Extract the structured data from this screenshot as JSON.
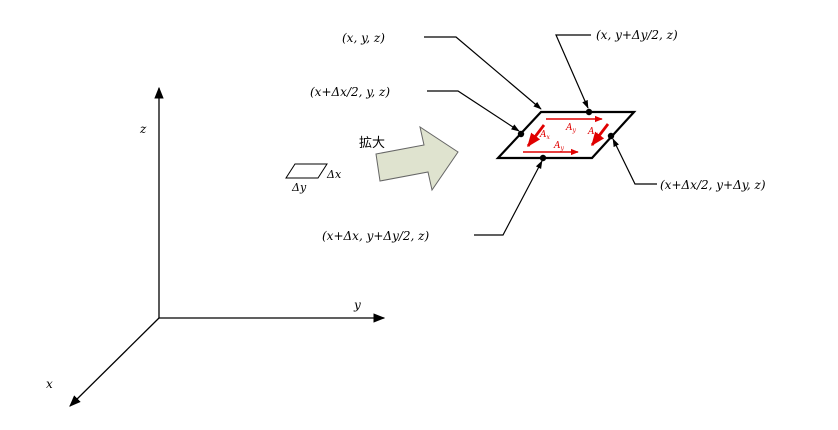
{
  "axes": {
    "x": "x",
    "y": "y",
    "z": "z"
  },
  "small_element": {
    "dx_label": "Δx",
    "dy_label": "Δy"
  },
  "arrow_label": "拡大",
  "points": {
    "p_origin": "(x,  y,  z)",
    "p_top": "(x,  y+Δy/2,  z)",
    "p_left": "(x+Δx/2,  y,  z)",
    "p_right": "(x+Δx/2,  y+Δy,  z)",
    "p_bottom": "(x+Δx,  y+Δy/2,  z)"
  },
  "vectors": {
    "ax_left": "A",
    "ay_top": "A",
    "ax_right": "A",
    "ay_bottom": "A"
  },
  "vector_subscripts": {
    "x": "x",
    "y": "y"
  },
  "colors": {
    "field_arrows": "#e00000",
    "big_arrow_fill": "#dfe3cf",
    "big_arrow_stroke": "#666666"
  }
}
